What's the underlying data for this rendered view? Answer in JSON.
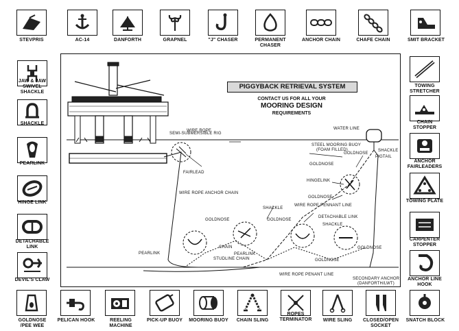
{
  "title": "PIGGYBACK RETRIEVAL SYSTEM",
  "contact": {
    "line1": "CONTACT US FOR ALL YOUR",
    "line2": "MOORING DESIGN",
    "line3": "REQUIREMENTS"
  },
  "diagram_labels": {
    "semi_rig": "SEMI-SUBMERSIBLE RIG",
    "wire_rope": "WIRE ROPE",
    "fairlead": "FAIRLEAD",
    "wire_rope_anchor_chain": "WIRE ROPE ANCHOR CHAIN",
    "water_line": "WATER LINE",
    "buoy": "STEEL MOORING BUOY",
    "buoy_sub": "(FOAM FILLED)",
    "shackle_right": "SHACKLE",
    "pigtail": "PIGTAIL",
    "goldnose_1": "GOLDNOSE",
    "goldnose_2": "GOLDNOSE",
    "hingelink": "HINGELINK",
    "goldnose_3": "GOLDNOSE",
    "pennant_line_1": "WIRE ROPE PENNANT LINE",
    "shackle_mid": "SHACKLE",
    "goldnose_4": "GOLDNOSE",
    "goldnose_5": "GOLDNOSE",
    "detachable_link": "DETACHABLE LINK",
    "shackle_mid2": "SHACKLE",
    "chain": "CHAIN",
    "pearlink": "PEARLINK",
    "pearlink_2": "PEARLINK",
    "studline": "STUDLINE CHAIN",
    "goldnose_6": "GOLDNOSE",
    "goldnose_7": "GOLDNOSE",
    "pennant_line_2": "WIRE ROPE PENANT LINE",
    "secondary_anchor": "SECONDARY ANCHOR",
    "secondary_anchor_sub": "(DANFORTH/LWT)"
  },
  "top_items": [
    {
      "label": "STEVPRIS",
      "icon": "stevpris-anchor-icon"
    },
    {
      "label": "AC-14",
      "icon": "ac14-anchor-icon"
    },
    {
      "label": "DANFORTH",
      "icon": "danforth-anchor-icon"
    },
    {
      "label": "GRAPNEL",
      "icon": "grapnel-icon"
    },
    {
      "label": "\"J\" CHASER",
      "icon": "j-chaser-icon"
    },
    {
      "label": "PERMANENT",
      "label2": "CHASER",
      "icon": "permanent-chaser-icon"
    },
    {
      "label": "ANCHOR CHAIN",
      "icon": "anchor-chain-icon"
    },
    {
      "label": "CHAFE CHAIN",
      "icon": "chafe-chain-icon"
    },
    {
      "label": "SMIT BRACKET",
      "icon": "smit-bracket-icon"
    }
  ],
  "left_items": [
    {
      "label": "JAW & JAW",
      "label2": "SWIVEL",
      "label3": "SHACKLE",
      "icon": "swivel-icon"
    },
    {
      "label": "SHACKLE",
      "icon": "shackle-icon"
    },
    {
      "label": "PEARLINK",
      "icon": "pearlink-icon"
    },
    {
      "label": "HINGE LINK",
      "icon": "hinge-link-icon"
    },
    {
      "label": "DETACHABLE",
      "label2": "LINK",
      "icon": "detachable-link-icon"
    },
    {
      "label": "DEVIL'S CLAW",
      "icon": "devils-claw-icon"
    }
  ],
  "right_items": [
    {
      "label": "TOWING",
      "label2": "STRETCHER",
      "icon": "towing-stretcher-icon"
    },
    {
      "label": "CHAIN",
      "label2": "STOPPER",
      "icon": "chain-stopper-icon"
    },
    {
      "label": "ANCHOR",
      "label2": "FAIRLEADERS",
      "icon": "anchor-fairleader-icon"
    },
    {
      "label": "TOWING PLATE",
      "icon": "towing-plate-icon"
    },
    {
      "label": "CARPENTER",
      "label2": "STOPPER",
      "icon": "carpenter-stopper-icon"
    },
    {
      "label": "ANCHOR LINE",
      "label2": "HOOK",
      "icon": "anchor-line-hook-icon"
    }
  ],
  "bottom_items": [
    {
      "label": "GOLDNOSE",
      "label2": "/PEE WEE",
      "icon": "goldnose-icon"
    },
    {
      "label": "PELICAN HOOK",
      "icon": "pelican-hook-icon"
    },
    {
      "label": "REELING",
      "label2": "MACHINE",
      "icon": "reeling-machine-icon"
    },
    {
      "label": "PICK-UP BUOY",
      "icon": "pickup-buoy-icon"
    },
    {
      "label": "MOORING BUOY",
      "icon": "mooring-buoy-icon"
    },
    {
      "label": "CHAIN SLING",
      "icon": "chain-sling-icon"
    },
    {
      "label": "ROPES",
      "label2": "TERMINATOR",
      "icon": "ropes-terminator-icon"
    },
    {
      "label": "WIRE SLING",
      "icon": "wire-sling-icon"
    },
    {
      "label": "CLOSED/OPEN",
      "label2": "SOCKET",
      "icon": "socket-icon"
    },
    {
      "label": "SNATCH BLOCK",
      "icon": "snatch-block-icon"
    }
  ]
}
